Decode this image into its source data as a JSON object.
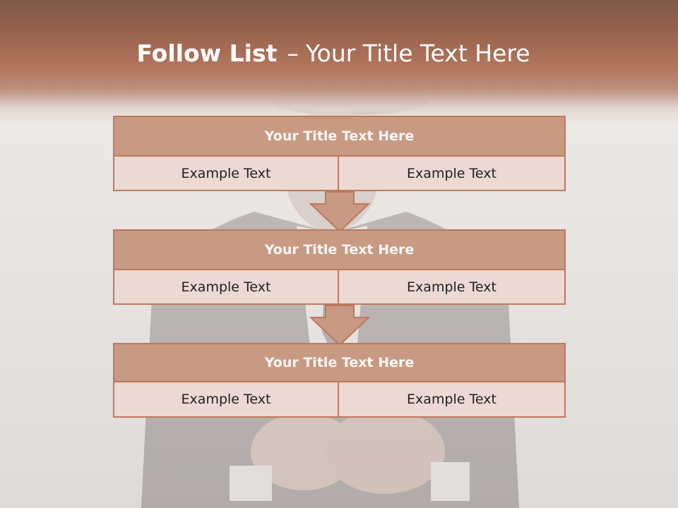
{
  "slide": {
    "title_bold": "Follow List",
    "title_separator": "–",
    "title_rest": "Your Title Text Here"
  },
  "steps": [
    {
      "title": "Your Title Text Here",
      "left": "Example Text",
      "right": "Example Text"
    },
    {
      "title": "Your Title Text Here",
      "left": "Example Text",
      "right": "Example Text"
    },
    {
      "title": "Your Title Text Here",
      "left": "Example Text",
      "right": "Example Text"
    }
  ],
  "colors": {
    "header_band": "#b3765e",
    "title_box_fill": "#c89a84",
    "cell_fill": "#ecd9d4",
    "border": "#bf775c",
    "arrow_fill": "#c89a84"
  }
}
